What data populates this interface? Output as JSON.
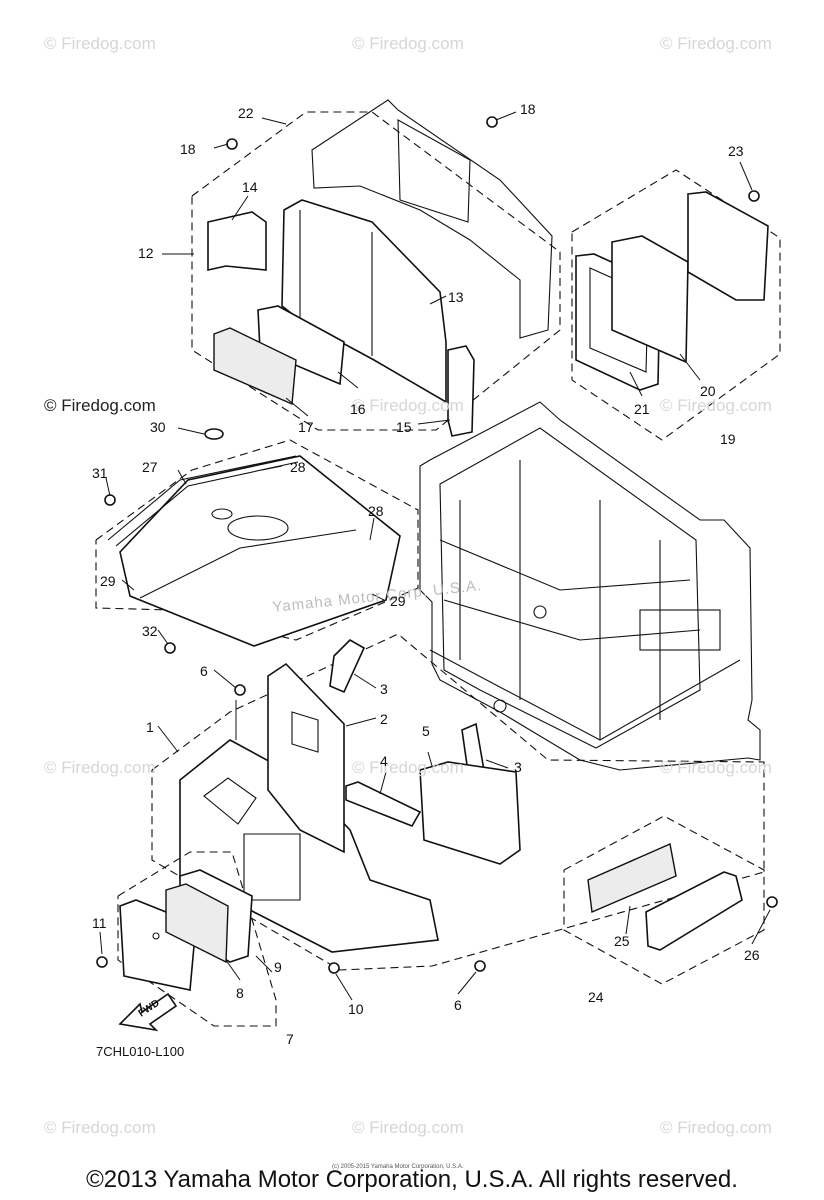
{
  "watermarks": {
    "text": "© Firedog.com",
    "prominent": "© Firedog.com"
  },
  "diagram_watermark": "Yamaha Motor Corp. U.S.A.",
  "model_code": "7CHL010-L100",
  "fine_print": "(c) 2005-2015 Yamaha Motor Corporation, U.S.A.",
  "footer": "©2013 Yamaha Motor Corporation, U.S.A. All rights reserved.",
  "fwd_arrow_label": "FWD",
  "callouts": [
    "22",
    "18",
    "18",
    "23",
    "14",
    "12",
    "13",
    "16",
    "17",
    "15",
    "21",
    "20",
    "19",
    "30",
    "31",
    "27",
    "28",
    "28",
    "29",
    "29",
    "32",
    "6",
    "3",
    "2",
    "1",
    "5",
    "4",
    "3",
    "7",
    "11",
    "8",
    "9",
    "10",
    "6",
    "25",
    "24",
    "26"
  ]
}
